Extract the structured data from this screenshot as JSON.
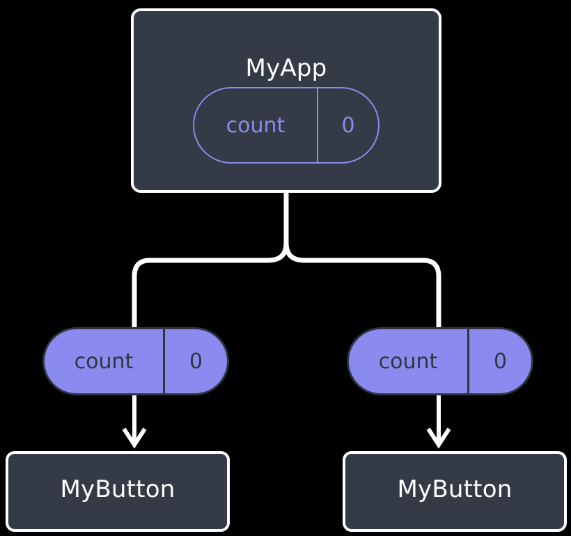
{
  "diagram": {
    "type": "component-state-tree",
    "background_color": "#000000",
    "colors": {
      "box_fill": "#343b47",
      "box_border": "#ffffff",
      "box_text": "#ffffff",
      "accent_purple": "#8b8bef",
      "pill_text_dark": "#32363f",
      "connector": "#ffffff"
    },
    "root": {
      "name": "root-component",
      "label": "MyApp",
      "state": {
        "key": "count",
        "value": "0"
      }
    },
    "children": [
      {
        "name": "child-left",
        "prop": {
          "key": "count",
          "value": "0"
        },
        "label": "MyButton"
      },
      {
        "name": "child-right",
        "prop": {
          "key": "count",
          "value": "0"
        },
        "label": "MyButton"
      }
    ],
    "connectors": {
      "trunk": "vertical-fork",
      "arrow_style": "open-v-arrowhead",
      "arrow_count": 2
    }
  }
}
